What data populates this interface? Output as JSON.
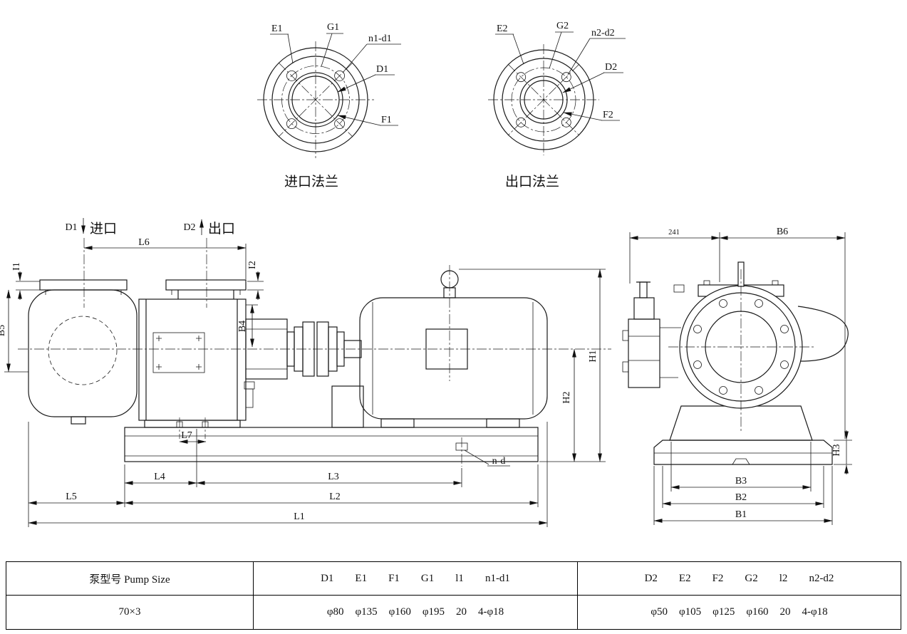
{
  "flange1": {
    "caption": "进口法兰",
    "e": "E1",
    "g": "G1",
    "nd": "n1-d1",
    "d": "D1",
    "f": "F1"
  },
  "flange2": {
    "caption": "出口法兰",
    "e": "E2",
    "g": "G2",
    "nd": "n2-d2",
    "d": "D2",
    "f": "F2"
  },
  "side": {
    "inlet_code": "D1",
    "inlet_text": "进口",
    "outlet_code": "D2",
    "outlet_text": "出口",
    "dims": {
      "l6": "L6",
      "i1": "I1",
      "i2": "I2",
      "b4": "B4",
      "b5": "B5",
      "h1": "H1",
      "h2": "H2",
      "l7": "L7",
      "nd": "n-d",
      "l4": "L4",
      "l3": "L3",
      "l2": "L2",
      "l5": "L5",
      "l1": "L1"
    }
  },
  "end": {
    "dims": {
      "d241": "241",
      "b6": "B6",
      "h3": "H3",
      "b3": "B3",
      "b2": "B2",
      "b1": "B1"
    }
  },
  "table": {
    "pump_size_header": "泵型号 Pump Size",
    "pump_size_value": "70×3",
    "flange1_headers": [
      "D1",
      "E1",
      "F1",
      "G1",
      "l1",
      "n1-d1"
    ],
    "flange1_values": [
      "φ80",
      "φ135",
      "φ160",
      "φ195",
      "20",
      "4-φ18"
    ],
    "flange2_headers": [
      "D2",
      "E2",
      "F2",
      "G2",
      "l2",
      "n2-d2"
    ],
    "flange2_values": [
      "φ50",
      "φ105",
      "φ125",
      "φ160",
      "20",
      "4-φ18"
    ]
  }
}
